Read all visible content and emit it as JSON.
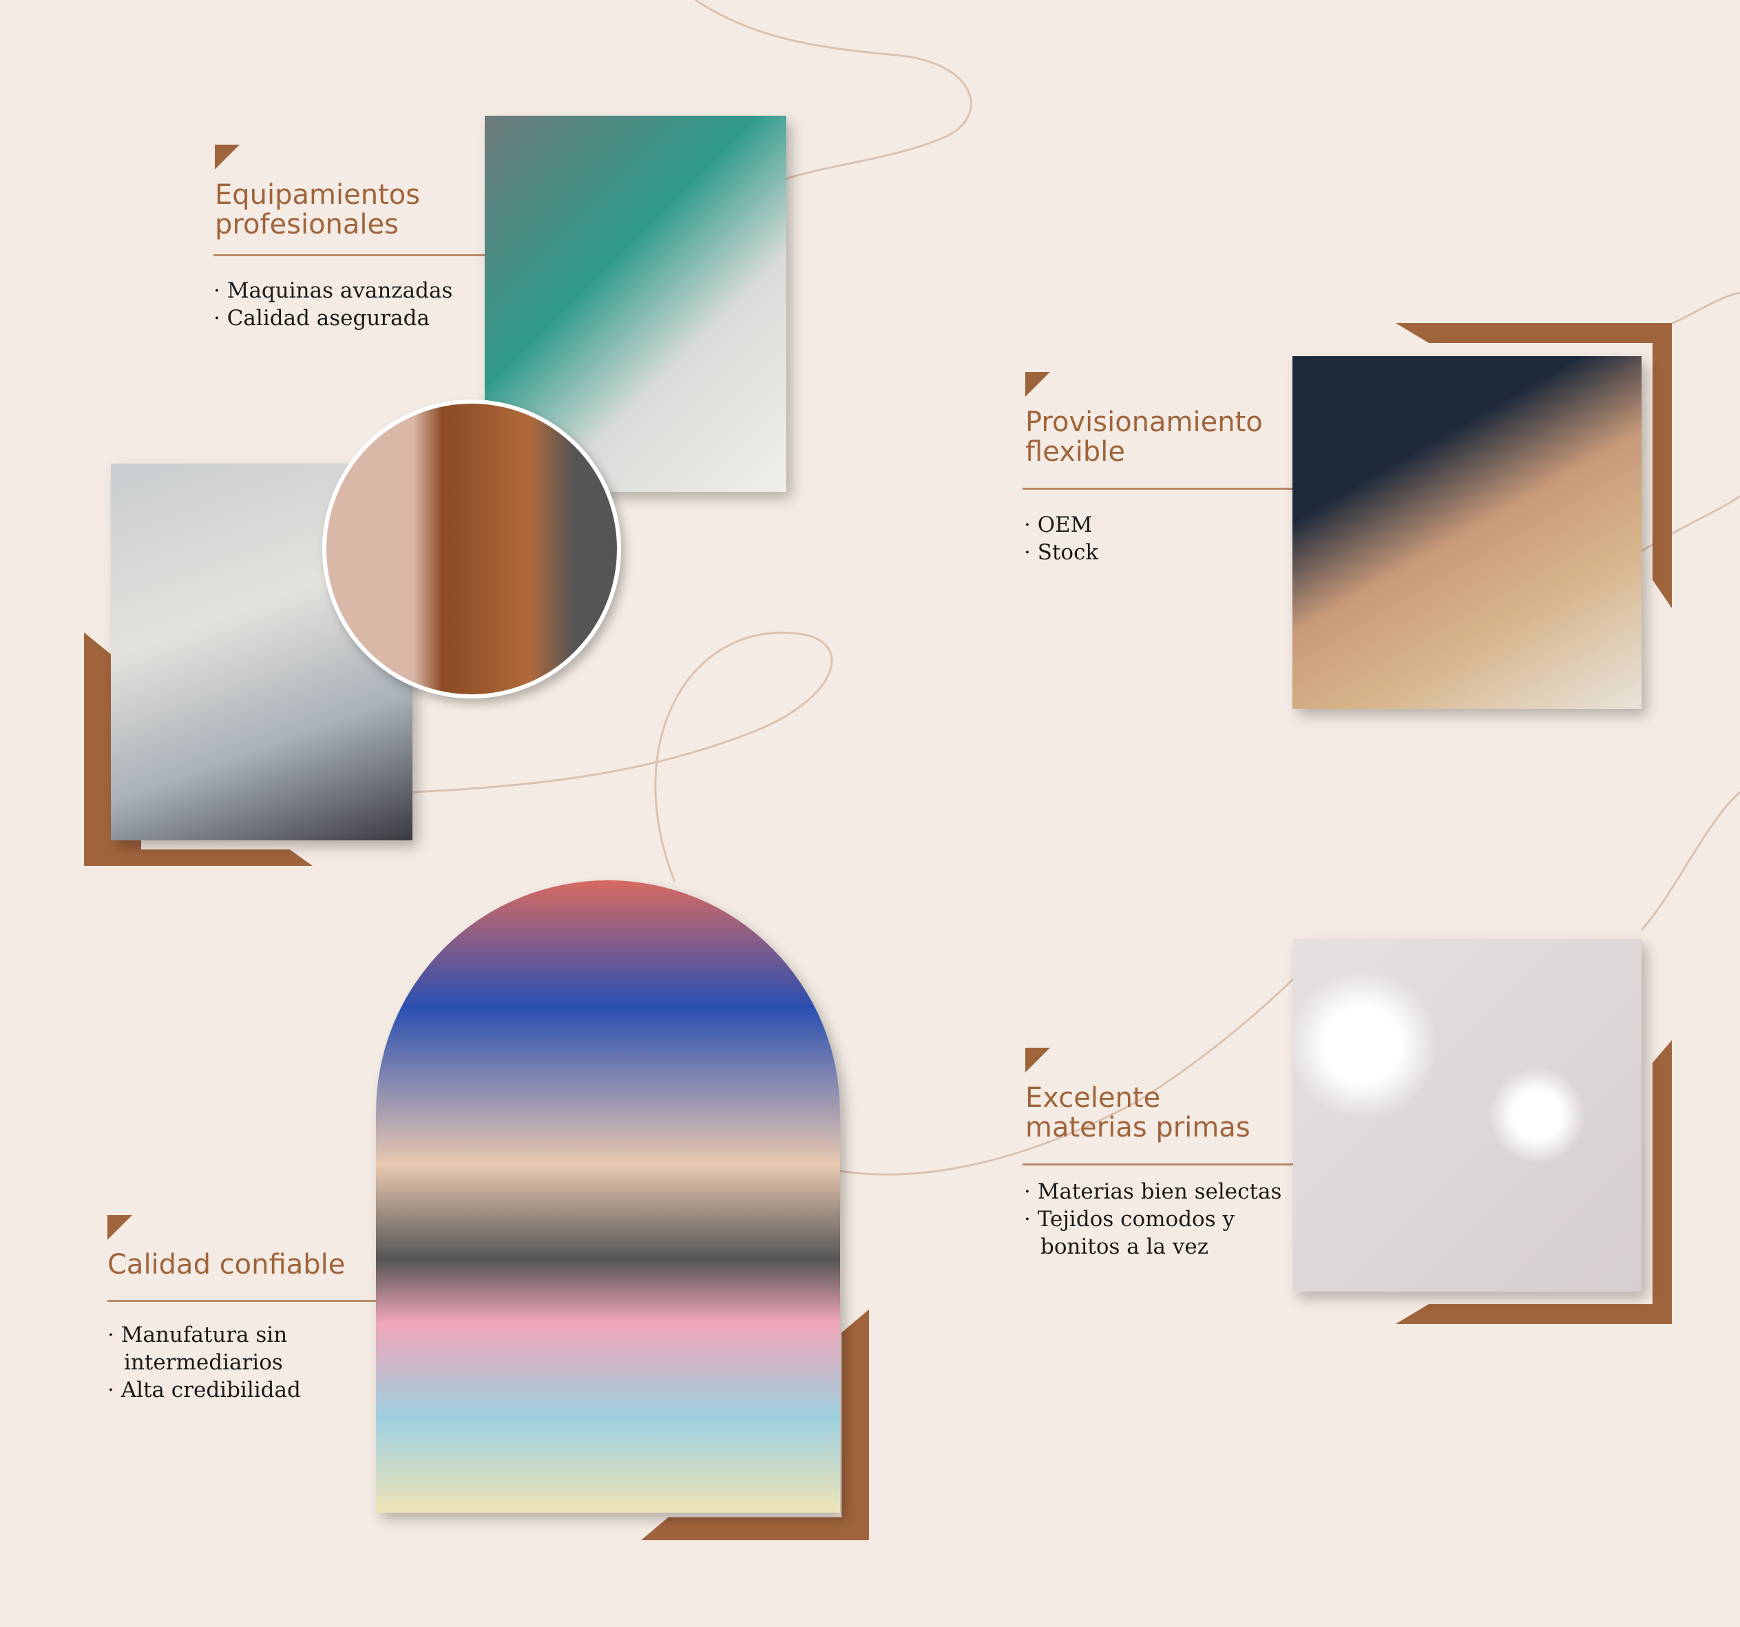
{
  "colors": {
    "background": "#f4ece4",
    "accent": "#a0643c"
  },
  "sections": [
    {
      "title": "Equipamientos profesionales",
      "bullets": [
        "· Maquinas avanzadas",
        "· Calidad asegurada"
      ]
    },
    {
      "title": "Provisionamiento flexible",
      "bullets": [
        "· OEM",
        "· Stock"
      ]
    },
    {
      "title": "Excelente materias primas",
      "bullets": [
        "· Materias bien selectas",
        "· Tejidos comodos y bonitos a la vez"
      ]
    },
    {
      "title": "Calidad confiable",
      "bullets": [
        "· Manufatura sin intermediarios",
        "· Alta credibilidad"
      ]
    }
  ],
  "images": [
    "knitting-machines-photo",
    "laboratory-photo",
    "fabric-loom-photo",
    "color-swatch-design-photo",
    "cotton-photo",
    "fabric-rolls-warehouse-photo"
  ]
}
